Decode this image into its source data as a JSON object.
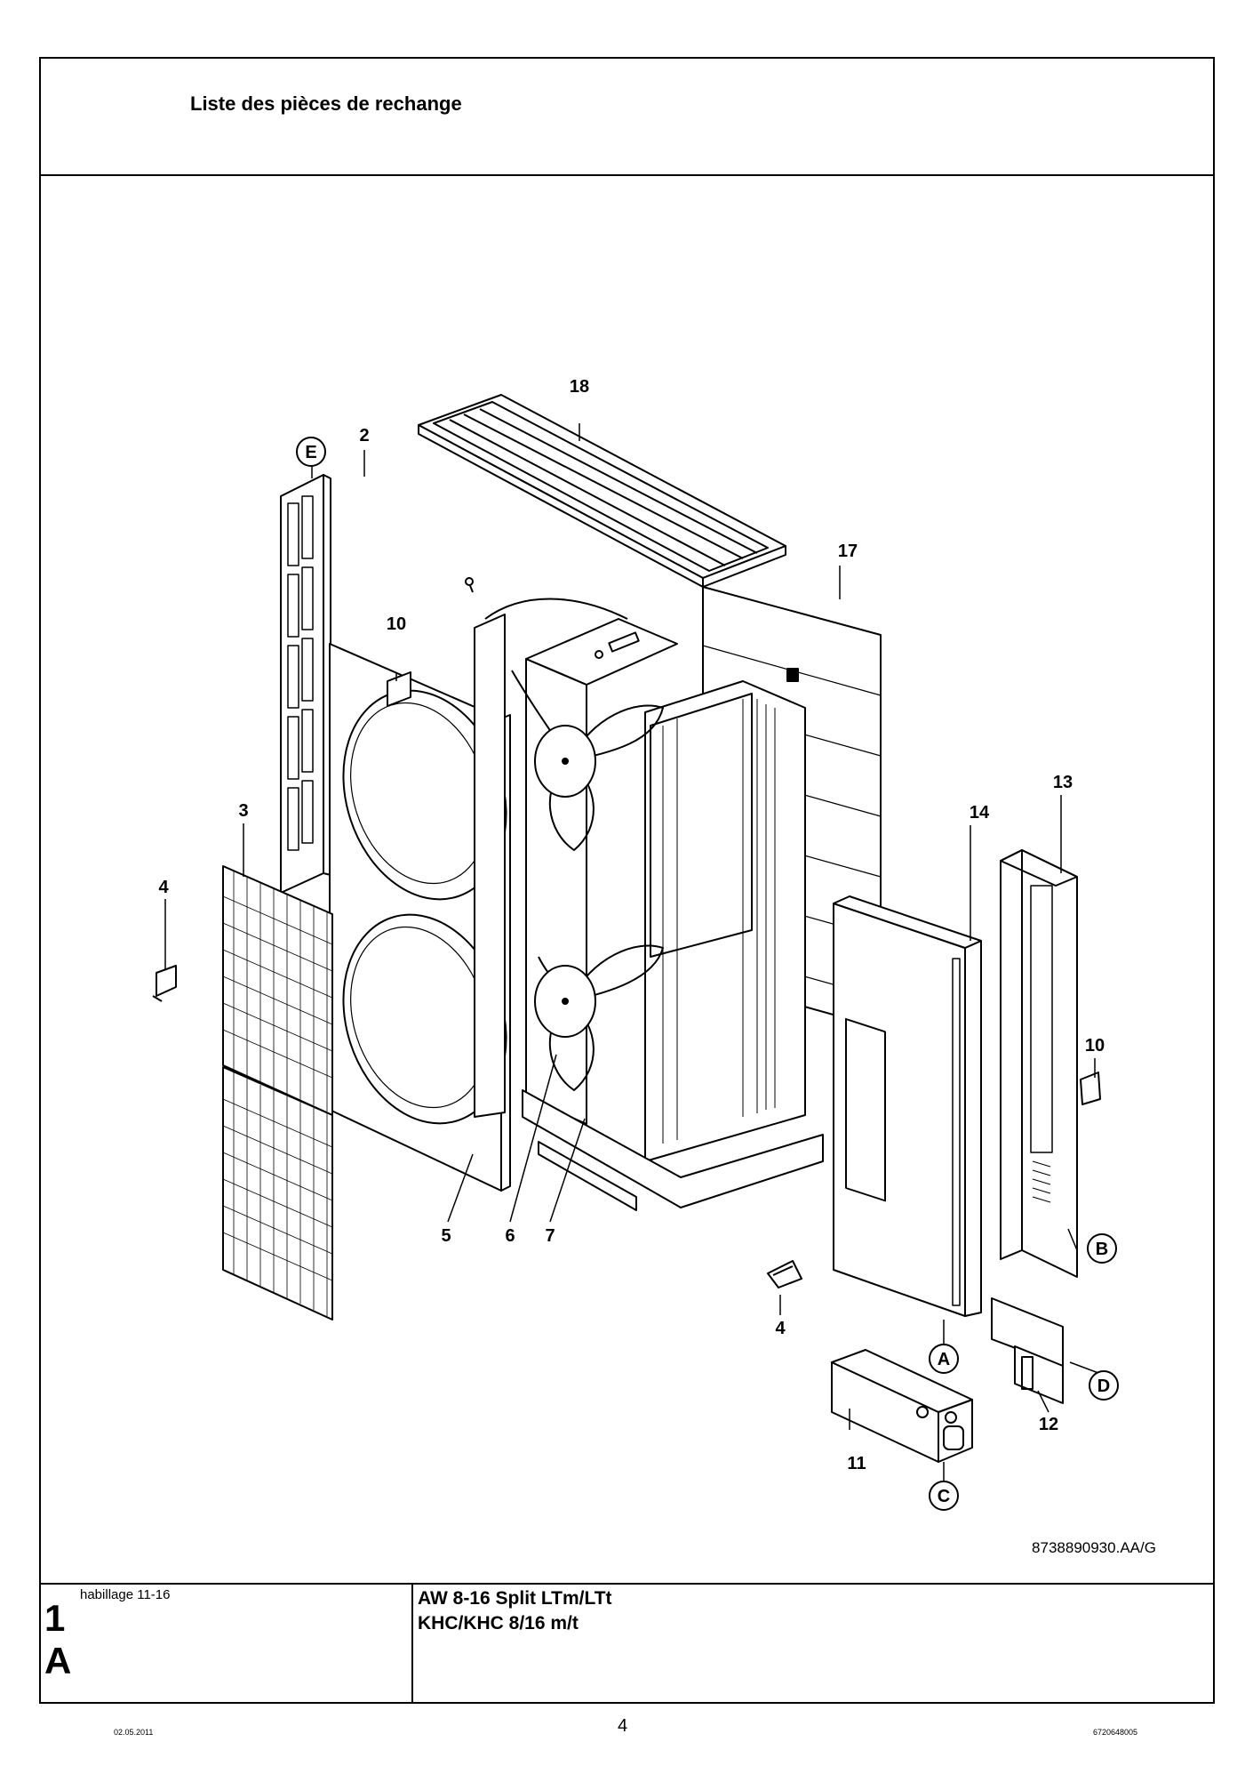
{
  "header": {
    "title": "Liste des pièces de rechange"
  },
  "drawing": {
    "reference": "8738890930.AA/G",
    "callouts": {
      "p2": "2",
      "p3": "3",
      "p4a": "4",
      "p4b": "4",
      "p5": "5",
      "p6": "6",
      "p7": "7",
      "p10a": "10",
      "p10b": "10",
      "p11": "11",
      "p12": "12",
      "p13": "13",
      "p14": "14",
      "p17": "17",
      "p18": "18"
    },
    "circle_callouts": {
      "a": "A",
      "b": "B",
      "c": "C",
      "d": "D",
      "e": "E"
    }
  },
  "footer": {
    "subtitle": "habillage 11-16",
    "number": "1",
    "letter": "A",
    "model_line1": "AW 8-16 Split LTm/LTt",
    "model_line2": "KHC/KHC 8/16 m/t"
  },
  "page_footer": {
    "date": "02.05.2011",
    "page": "4",
    "doc_number": "6720648005"
  }
}
